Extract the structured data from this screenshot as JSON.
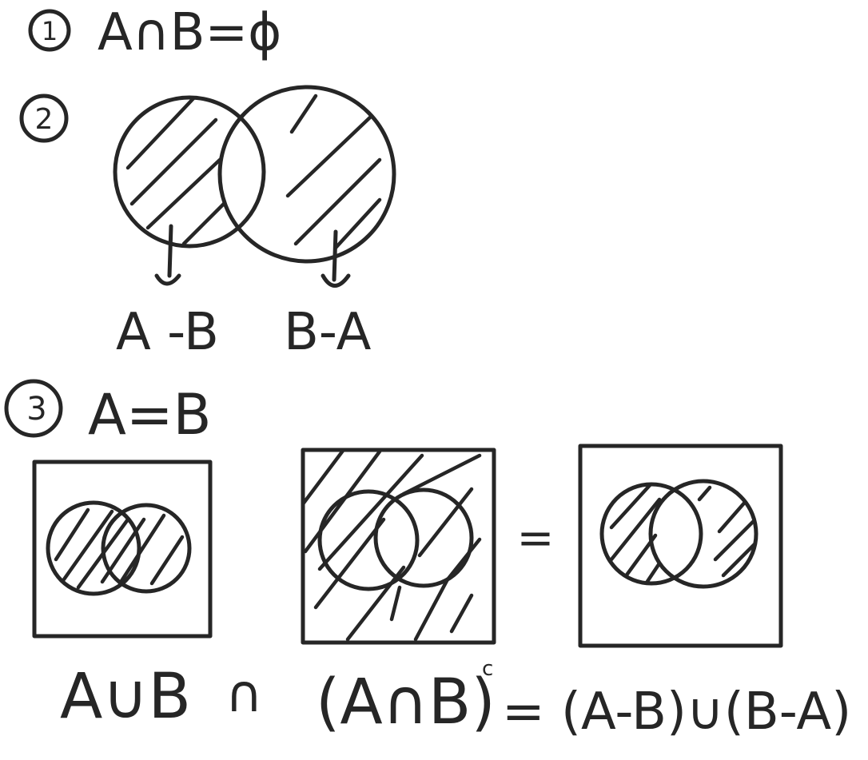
{
  "items": [
    {
      "number": "1",
      "statement": "A∩B=ϕ"
    },
    {
      "number": "2",
      "left_label": "A -B",
      "right_label": "B-A"
    },
    {
      "number": "3",
      "statement": "A=B"
    }
  ],
  "equation": {
    "term1": "A∪B",
    "op1": "∩",
    "term2": "(A∩B)",
    "complement_mark": "c",
    "equals_middle": "=",
    "rhs": "= (A-B)∪(B-A)"
  },
  "colors": {
    "ink": "#262626",
    "background": "#ffffff"
  }
}
